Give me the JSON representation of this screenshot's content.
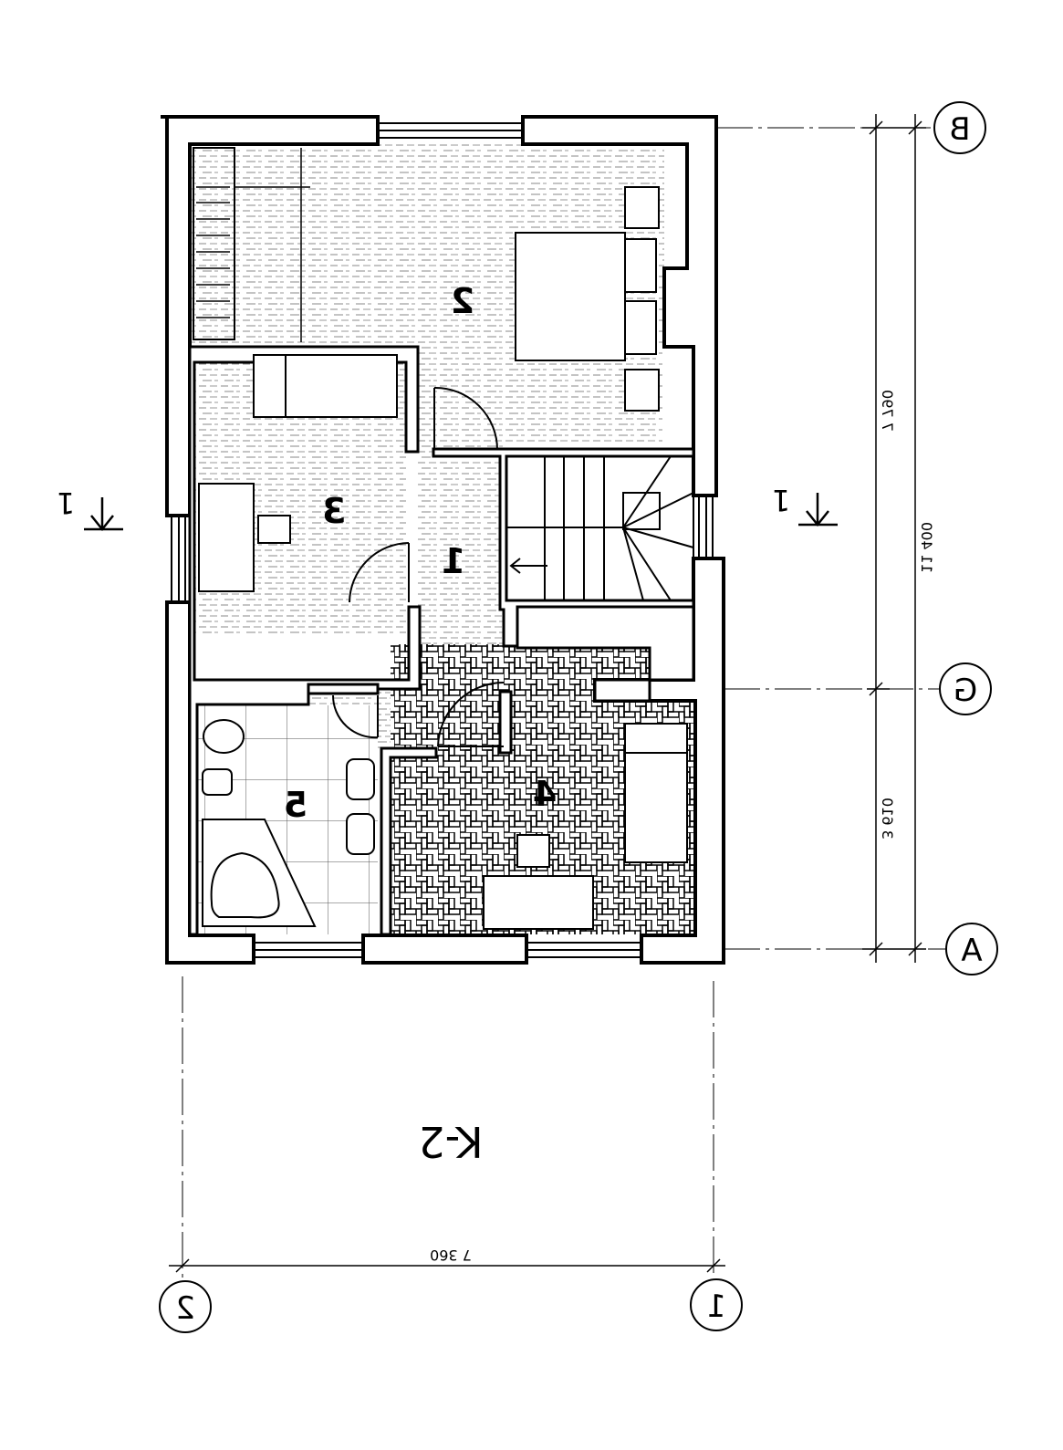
{
  "rooms": [
    {
      "id": "room-1",
      "number": "1"
    },
    {
      "id": "room-2",
      "number": "2"
    },
    {
      "id": "room-3",
      "number": "3"
    },
    {
      "id": "room-4",
      "number": "4"
    },
    {
      "id": "room-5",
      "number": "5"
    }
  ],
  "grid_axes": {
    "b": "B",
    "g": "G",
    "a": "A",
    "one": "1",
    "two": "2"
  },
  "dimensions": {
    "overall_height": "11 400",
    "upper_height": "7 790",
    "lower_height": "3 610",
    "width": "7 360"
  },
  "section_marks": {
    "left": "1",
    "right": "1",
    "bottom": "K-2"
  }
}
